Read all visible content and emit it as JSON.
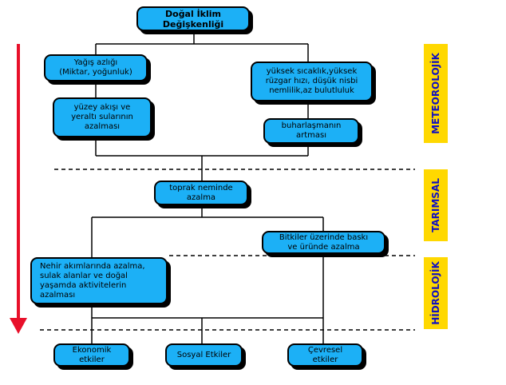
{
  "title": "Doğal İklim\nDeğişkenliği",
  "nodes": {
    "yagis": "Yağış azlığı\n(Miktar, yoğunluk)",
    "yuzey": "yüzey akışı ve\nyeraltı sularının\nazalması",
    "yuksek": "yüksek sıcaklık,yüksek\nrüzgar hızı, düşük nisbi\nnemlilik,az bulutluluk",
    "buhar": "buharlaşmanın\nartması",
    "toprak": "toprak neminde\nazalma",
    "bitkiler": "Bitkiler üzerinde baskı\nve üründe azalma",
    "nehir": "Nehir akımlarında azalma,\nsulak alanlar ve doğal\nyaşamda aktivitelerin\nazalması",
    "ekonomik": "Ekonomik\netkiler",
    "sosyal": "Sosyal Etkiler",
    "cevresel": "Çevresel\netkiler"
  },
  "side_labels": {
    "meteorolojik": "METEOROLOJİK",
    "tarimsal": "TARIMSAL",
    "hidrolojik": "HİDROLOJİK"
  },
  "colors": {
    "box_fill": "#1cb0f6",
    "side_fill": "#ffd800",
    "side_text": "#1010c0",
    "arrow": "#e8102a"
  }
}
